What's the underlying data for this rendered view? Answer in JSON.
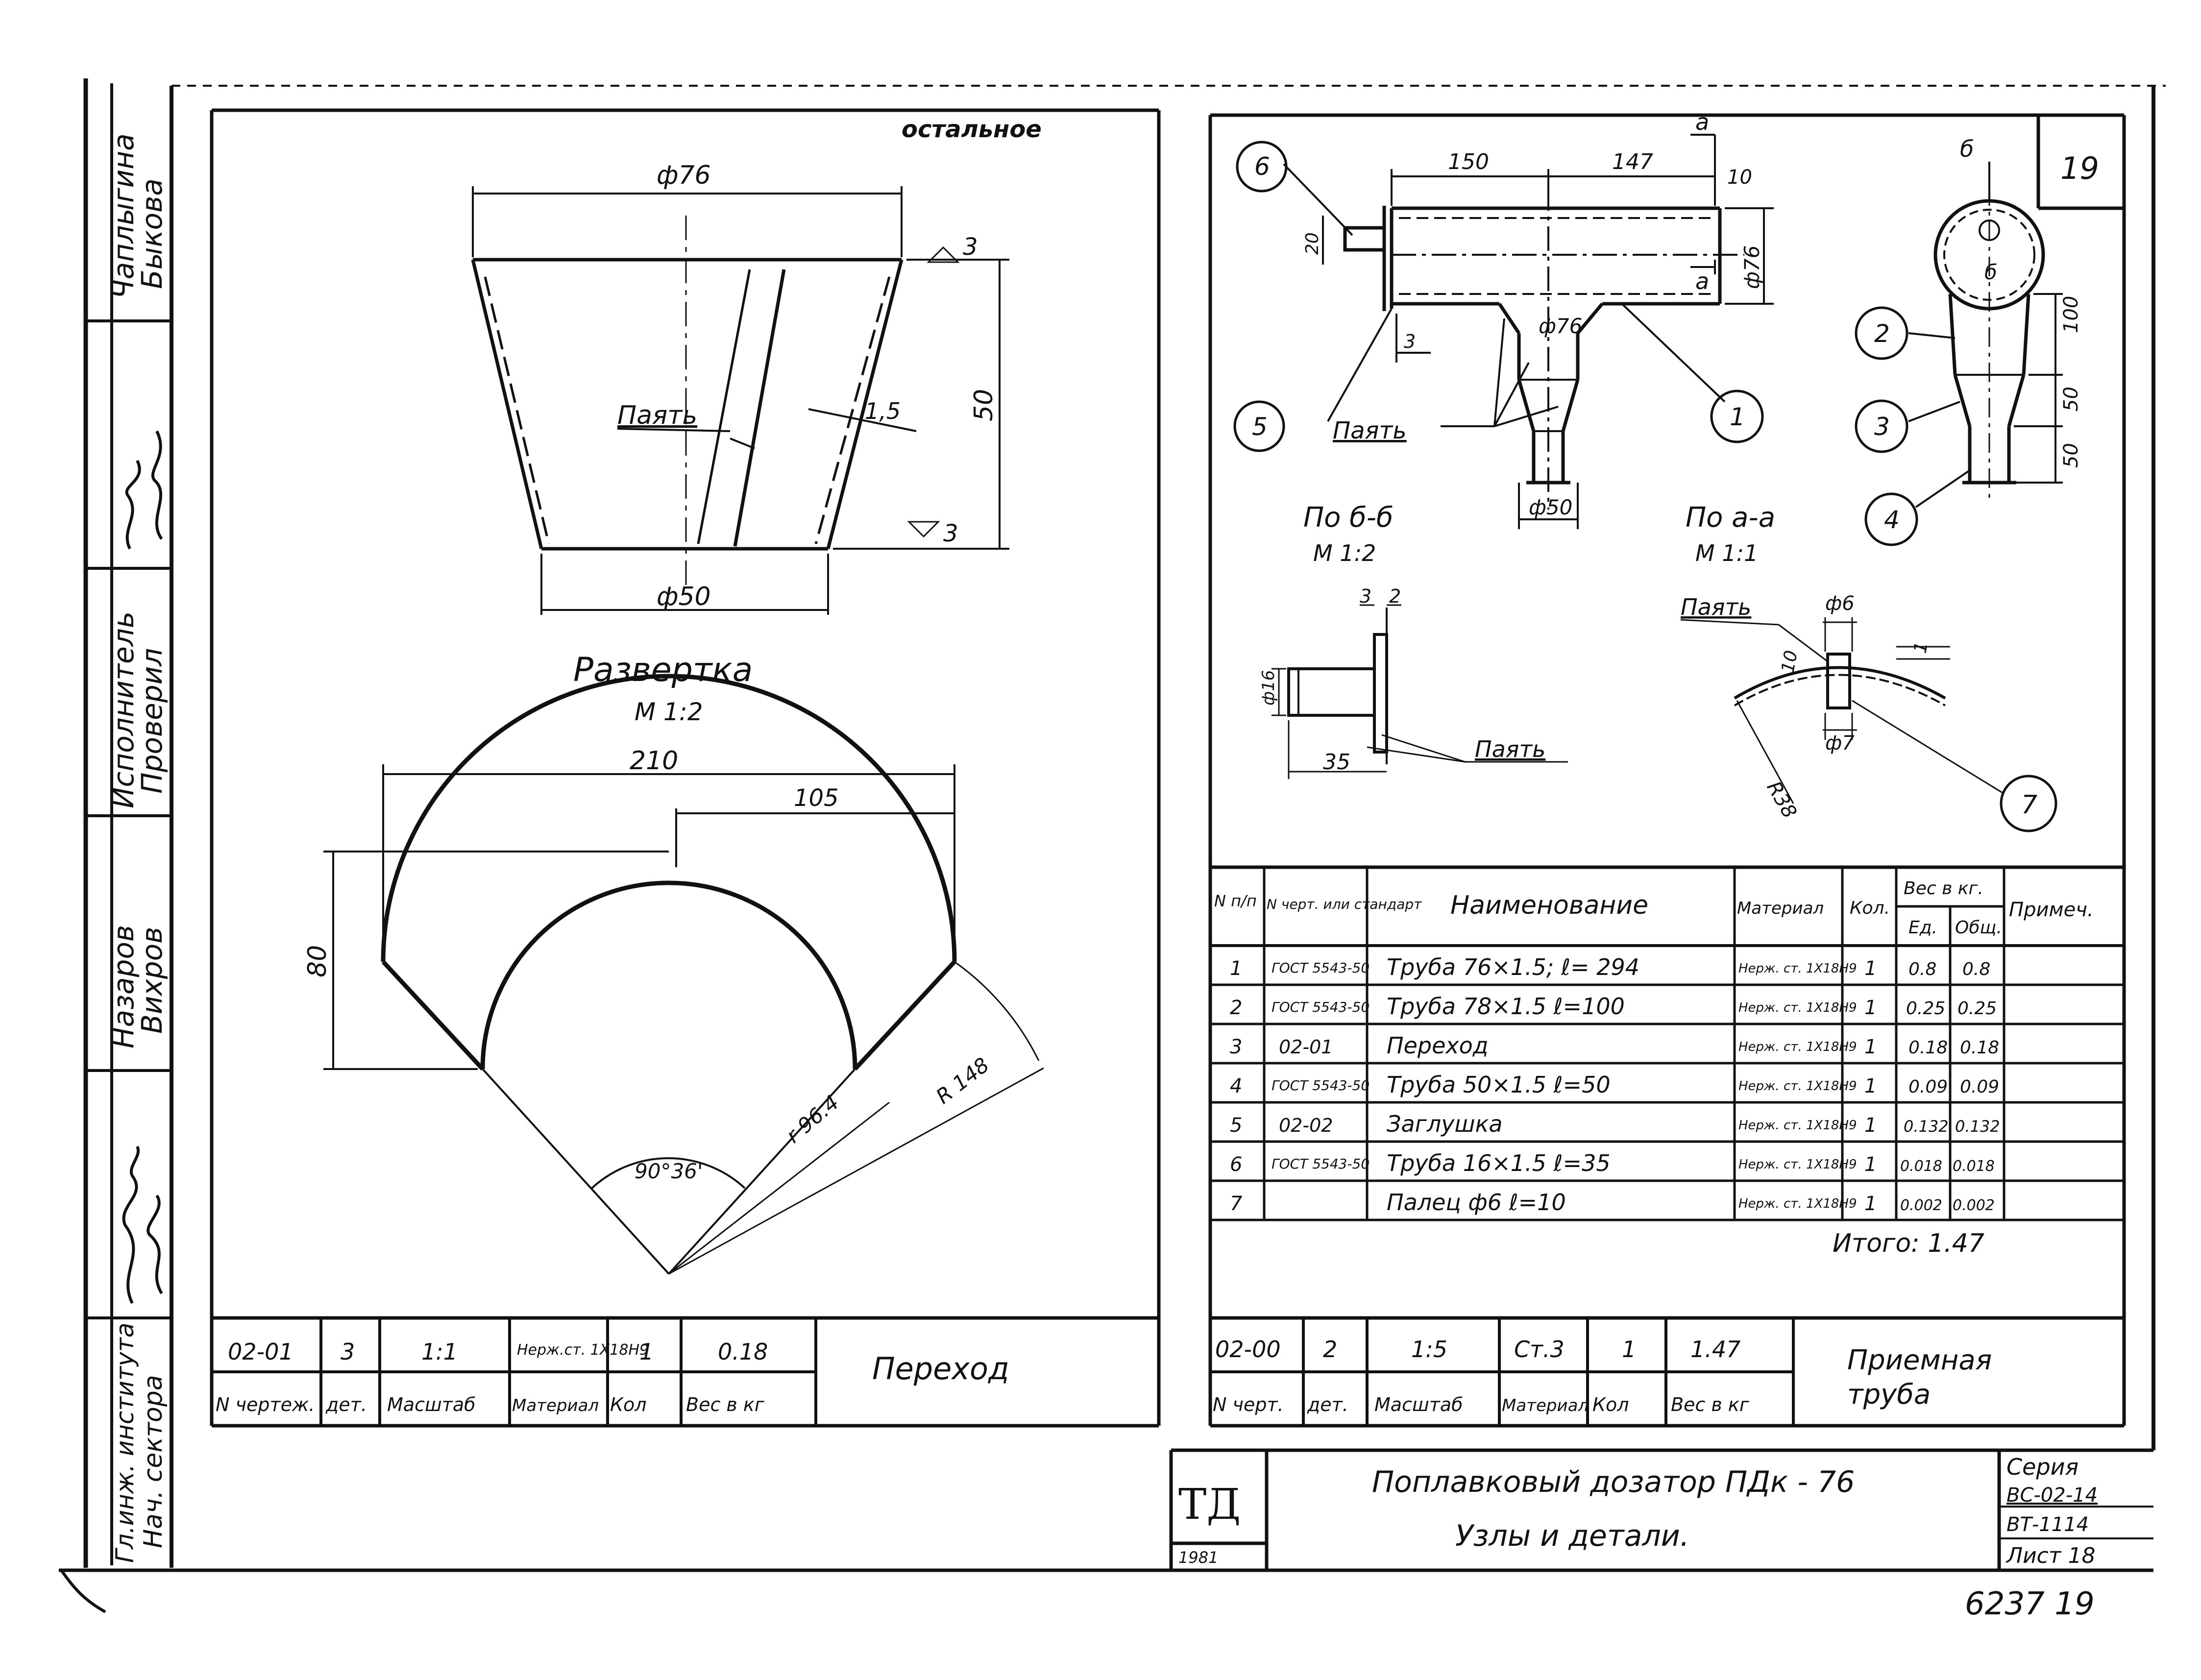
{
  "side_stamp": {
    "rows": [
      {
        "role": "",
        "name": "Чаплыгина"
      },
      {
        "role": "",
        "name": "Быкова"
      },
      {
        "role": "Исполнитель",
        "name": "Проверил"
      },
      {
        "role": "Назаров",
        "name": "Вихров"
      },
      {
        "role": "Гл.инж. института",
        "name": "Нач. сектора"
      }
    ]
  },
  "left_drawing": {
    "corner_note": "остальное",
    "dim_top": "ф76",
    "dim_bottom": "ф50",
    "dim_height": "50",
    "dim_thickness": "1,5",
    "roughness_top": "3",
    "roughness_bottom": "3",
    "solder_label": "Паять",
    "view_title": "Развертка",
    "view_scale": "М 1:2",
    "dev_dim_width": "210",
    "dev_dim_half": "105",
    "dev_dim_height": "80",
    "dev_angle": "90°36'",
    "dev_r_inner": "r 96.4",
    "dev_r_outer": "R 148"
  },
  "left_title_block": {
    "values": [
      "02-01",
      "3",
      "1:1",
      "Нерж.ст. 1Х18Н9",
      "1",
      "0.18"
    ],
    "headers": [
      "N чертеж.",
      "дет.",
      "Масштаб",
      "Материал",
      "Кол",
      "Вес в кг"
    ],
    "name": "Переход"
  },
  "right_drawing": {
    "sheet_number": "19",
    "dim_150": "150",
    "dim_147": "147",
    "dim_10": "10",
    "dim_d76": "ф76",
    "dim_d76b": "ф76",
    "dim_d50": "ф50",
    "dim_20": "20",
    "dim_3": "3",
    "dim_100": "100",
    "dim_50a": "50",
    "dim_50b": "50",
    "section_a": "а",
    "section_b": "б",
    "solder_label_1": "Паять",
    "solder_label_2": "Паять",
    "solder_label_3": "Паять",
    "callouts": [
      "1",
      "2",
      "3",
      "4",
      "5",
      "6",
      "7"
    ],
    "view_bb_title": "По б-б",
    "view_bb_scale": "М 1:2",
    "view_aa_title": "По а-а",
    "view_aa_scale": "М 1:1",
    "bb_dim_3": "3",
    "bb_dim_2": "2",
    "bb_dim_16": "ф16",
    "bb_dim_35": "35",
    "aa_dim_6": "ф6",
    "aa_dim_7": "ф7",
    "aa_dim_10": "10",
    "aa_dim_1": "1",
    "aa_r38": "R38"
  },
  "spec_table": {
    "headers": {
      "num": "N п/п",
      "doc": "N черт. или стандарт",
      "name": "Наименование",
      "material": "Материал",
      "qty": "Кол.",
      "weight": "Вес в кг.",
      "w_unit": "Ед.",
      "w_total": "Общ.",
      "note": "Примеч."
    },
    "rows": [
      {
        "num": "1",
        "doc": "ГОСТ 5543-50",
        "name": "Труба 76×1.5; ℓ= 294",
        "material": "Нерж. ст. 1Х18Н9",
        "qty": "1",
        "unit": "0.8",
        "total": "0.8"
      },
      {
        "num": "2",
        "doc": "ГОСТ 5543-50",
        "name": "Труба 78×1.5  ℓ=100",
        "material": "Нерж. ст. 1Х18Н9",
        "qty": "1",
        "unit": "0.25",
        "total": "0.25"
      },
      {
        "num": "3",
        "doc": "02-01",
        "name": "Переход",
        "material": "Нерж. ст. 1Х18Н9",
        "qty": "1",
        "unit": "0.18",
        "total": "0.18"
      },
      {
        "num": "4",
        "doc": "ГОСТ 5543-50",
        "name": "Труба 50×1.5  ℓ=50",
        "material": "Нерж. ст. 1Х18Н9",
        "qty": "1",
        "unit": "0.09",
        "total": "0.09"
      },
      {
        "num": "5",
        "doc": "02-02",
        "name": "Заглушка",
        "material": "Нерж. ст. 1Х18Н9",
        "qty": "1",
        "unit": "0.132",
        "total": "0.132"
      },
      {
        "num": "6",
        "doc": "ГОСТ 5543-50",
        "name": "Труба 16×1.5   ℓ=35",
        "material": "Нерж. ст. 1Х18Н9",
        "qty": "1",
        "unit": "0.018",
        "total": "0.018"
      },
      {
        "num": "7",
        "doc": "",
        "name": "Палец ф6   ℓ=10",
        "material": "Нерж. ст. 1Х18Н9",
        "qty": "1",
        "unit": "0.002",
        "total": "0.002"
      }
    ],
    "total": "Итого: 1.47"
  },
  "right_title_block": {
    "values": [
      "02-00",
      "2",
      "1:5",
      "Ст.3",
      "1",
      "1.47"
    ],
    "headers": [
      "N черт.",
      "дет.",
      "Масштаб",
      "Материал",
      "Кол",
      "Вес в кг"
    ],
    "name_line1": "Приемная",
    "name_line2": "труба"
  },
  "main_title": {
    "logo": "ТД",
    "year": "1981",
    "line1": "Поплавковый дозатор ПДк - 76",
    "line2": "Узлы и детали.",
    "series_label": "Серия",
    "series_value": "ВС-02-14",
    "code": "ВТ-1114",
    "sheet": "Лист 18"
  },
  "inventory_number": "6237 19"
}
